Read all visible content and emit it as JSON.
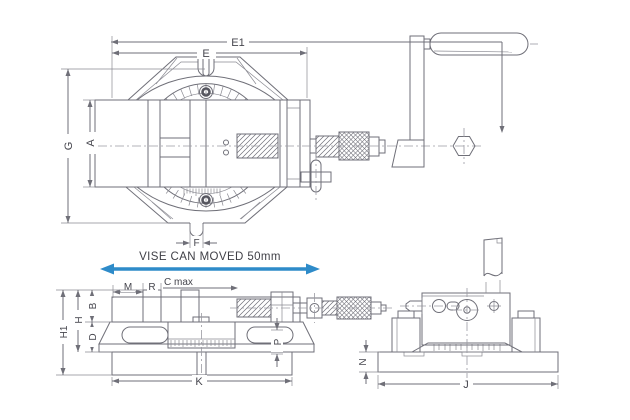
{
  "note": {
    "text": "VISE CAN MOVED 50mm",
    "arrow_color": "#2e8bc9"
  },
  "labels": {
    "e1": "E1",
    "e": "E",
    "g": "G",
    "a": "A",
    "f": "F",
    "m": "M",
    "r": "R",
    "c_max": "C max",
    "h1": "H1",
    "h": "H",
    "b": "B",
    "d": "D",
    "p": "P",
    "k": "K",
    "n": "N",
    "j": "J"
  },
  "style": {
    "line_color": "#6f6f78",
    "text_color": "#46464e"
  }
}
